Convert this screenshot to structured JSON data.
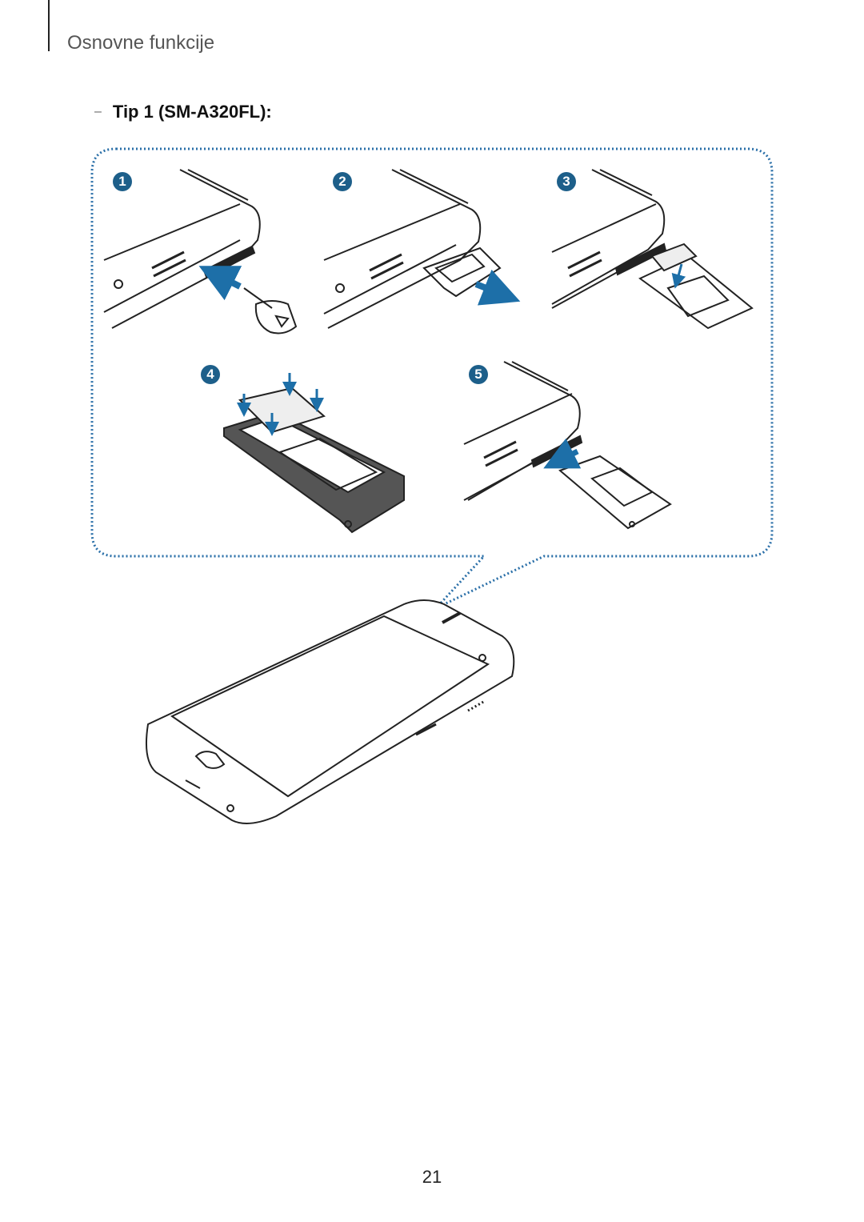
{
  "header": {
    "section_title": "Osnovne funkcije"
  },
  "subheading": {
    "dash": "–",
    "text": "Tip 1 (SM-A320FL):"
  },
  "steps": [
    "1",
    "2",
    "3",
    "4",
    "5"
  ],
  "colors": {
    "accent": "#1d5f8a",
    "arrow": "#1d6fa8",
    "line": "#222222",
    "callout": "#2a6fa8"
  },
  "footer": {
    "page_number": "21"
  }
}
